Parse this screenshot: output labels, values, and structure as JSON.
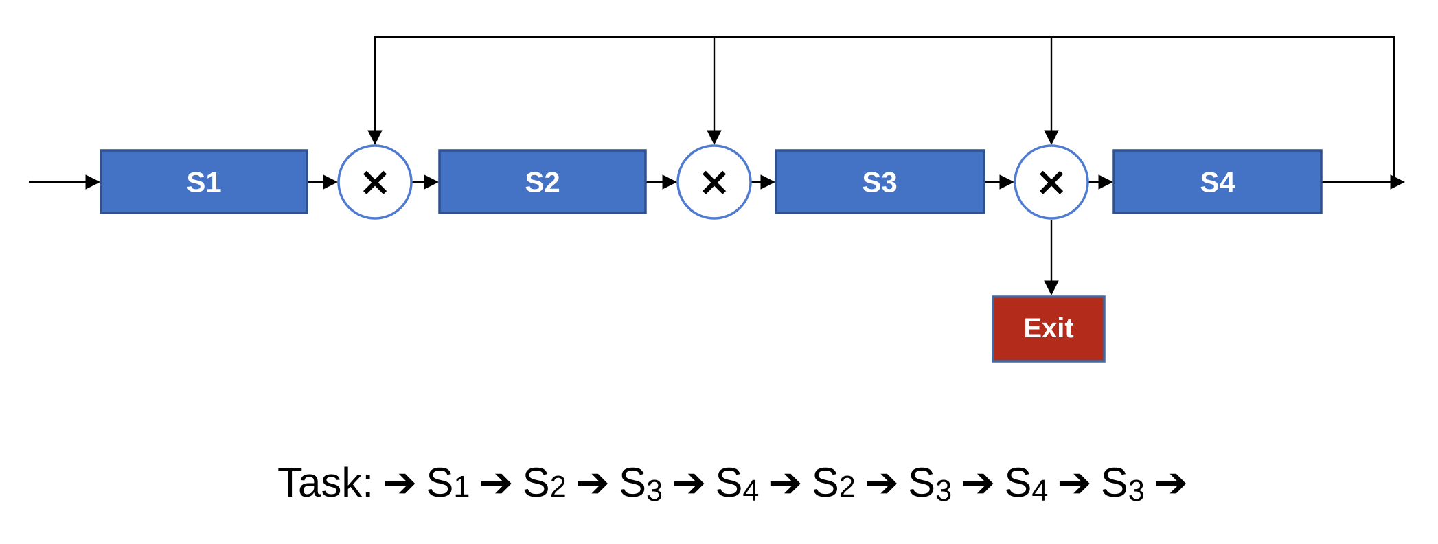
{
  "diagram": {
    "stages": [
      {
        "id": "s1",
        "label": "S1"
      },
      {
        "id": "s2",
        "label": "S2"
      },
      {
        "id": "s3",
        "label": "S3"
      },
      {
        "id": "s4",
        "label": "S4"
      }
    ],
    "multipliers": [
      {
        "symbol": "×"
      },
      {
        "symbol": "×"
      },
      {
        "symbol": "×"
      }
    ],
    "exit": {
      "label": "Exit"
    }
  },
  "task_line": {
    "prefix": "Task:",
    "arrow": "➔",
    "arrow_icon": "right-arrow",
    "sequence": [
      "S1",
      "S2",
      "S3",
      "S4",
      "S2",
      "S3",
      "S4",
      "S3"
    ],
    "trailing_arrow": true,
    "full_text": "Task: ➔ S1 ➔ S2 ➔ S3 ➔ S4 ➔ S2 ➔ S3 ➔ S4 ➔ S3 ➔"
  },
  "colors": {
    "background": "#ffffff",
    "stage_fill": "#4472c4",
    "stage_border": "#2f528f",
    "stage_label": "#ffffff",
    "circle_fill": "#ffffff",
    "circle_border": "#4f7bd0",
    "mult_symbol": "#000000",
    "exit_fill": "#b22b1b",
    "exit_border": "#44699e",
    "exit_label": "#ffffff",
    "arrow": "#000000",
    "task_text": "#000000"
  }
}
